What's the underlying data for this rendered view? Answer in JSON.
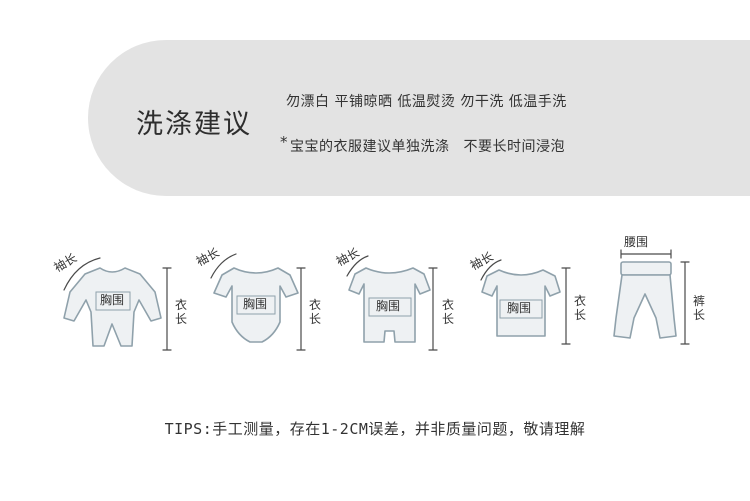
{
  "care": {
    "title": "洗涤建议",
    "rules": "勿漂白  平铺晾晒  低温熨烫  勿干洗  低温手洗",
    "note_star": "*",
    "note_part1": "宝宝的衣服建议单独洗涤",
    "note_part2": "不要长时间浸泡"
  },
  "garments": [
    {
      "name": "romper-longsleeve",
      "sleeve": "袖长",
      "chest": "胸围",
      "length": "衣长"
    },
    {
      "name": "bodysuit",
      "sleeve": "袖长",
      "chest": "胸围",
      "length": "衣长"
    },
    {
      "name": "shortall",
      "sleeve": "袖长",
      "chest": "胸围",
      "length": "衣长"
    },
    {
      "name": "tshirt",
      "sleeve": "袖长",
      "chest": "胸围",
      "length": "衣长"
    },
    {
      "name": "pants",
      "waist": "腰围",
      "length": "裤长"
    }
  ],
  "tips": "TIPS:手工测量，存在1-2CM误差，并非质量问题，敬请理解",
  "colors": {
    "panel": "#e3e3e3",
    "outline": "#8fa1ab",
    "fill": "#eef1f3",
    "measure": "#4a4a4a"
  }
}
